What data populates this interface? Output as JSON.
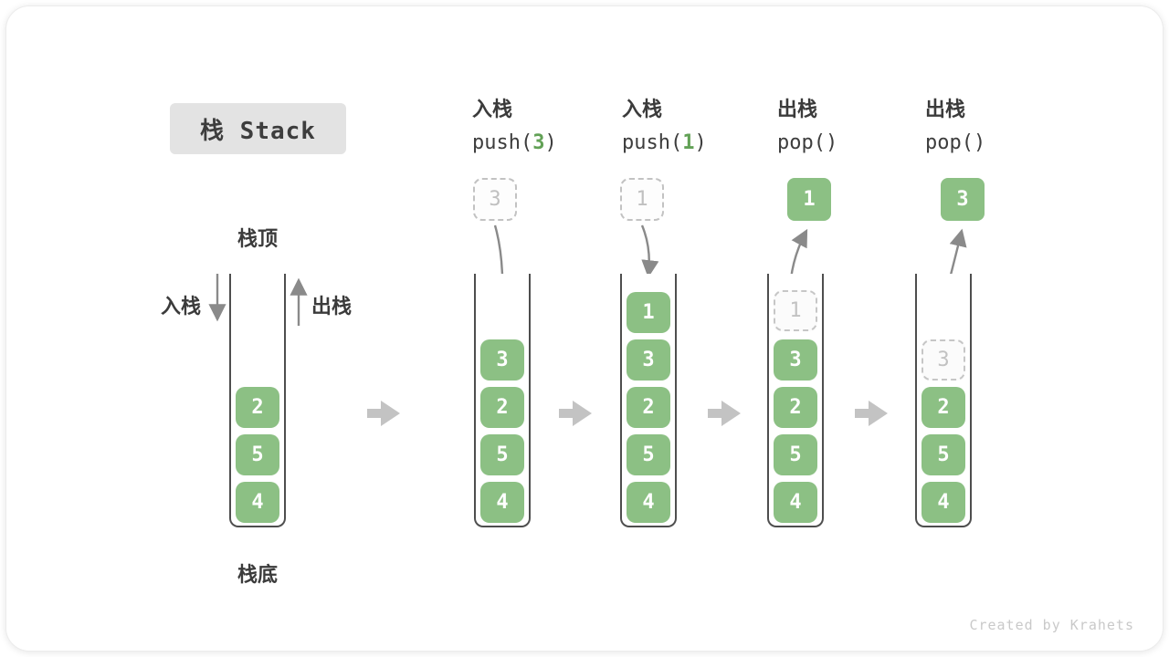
{
  "title": "栈 Stack",
  "side_labels": {
    "stack_top": "栈顶",
    "stack_bottom": "栈底",
    "push_label": "入栈",
    "pop_label": "出栈"
  },
  "operations": [
    {
      "name_cn": "入栈",
      "code_prefix": "push(",
      "code_arg": "3",
      "code_suffix": ")",
      "floating_value": "3",
      "floating_style": "dashed"
    },
    {
      "name_cn": "入栈",
      "code_prefix": "push(",
      "code_arg": "1",
      "code_suffix": ")",
      "floating_value": "1",
      "floating_style": "dashed"
    },
    {
      "name_cn": "出栈",
      "code_prefix": "pop(",
      "code_arg": "",
      "code_suffix": ")",
      "floating_value": "1",
      "floating_style": "solid"
    },
    {
      "name_cn": "出栈",
      "code_prefix": "pop(",
      "code_arg": "",
      "code_suffix": ")",
      "floating_value": "3",
      "floating_style": "solid"
    }
  ],
  "stacks": [
    {
      "items": [
        "2",
        "5",
        "4"
      ]
    },
    {
      "items": [
        "3",
        "2",
        "5",
        "4"
      ]
    },
    {
      "items": [
        "1",
        "3",
        "2",
        "5",
        "4"
      ]
    },
    {
      "ghost": "1",
      "items": [
        "3",
        "2",
        "5",
        "4"
      ]
    },
    {
      "ghost": "3",
      "items": [
        "2",
        "5",
        "4"
      ]
    }
  ],
  "footer": {
    "credit": "Created by Krahets"
  },
  "colors": {
    "item_green": "#8cc084",
    "code_arg_green": "#62a156",
    "step_arrow_grey": "#c3c3c3",
    "flow_arrow_grey": "#8a8a8a",
    "title_bg": "#e3e3e3"
  }
}
